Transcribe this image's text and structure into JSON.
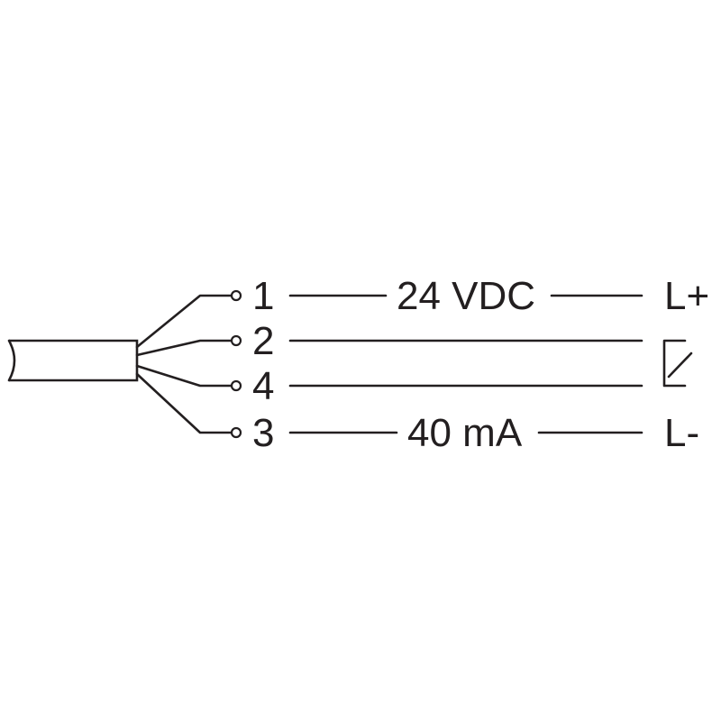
{
  "diagram": {
    "pins": [
      {
        "pin": "1",
        "value": "24 VDC",
        "function": "L+"
      },
      {
        "pin": "2",
        "value": "",
        "function": ""
      },
      {
        "pin": "4",
        "value": "",
        "function": ""
      },
      {
        "pin": "3",
        "value": "40 mA",
        "function": "L-"
      }
    ],
    "load_symbol": "switch-load-icon",
    "colors": {
      "line": "#231f20",
      "background": "#ffffff"
    }
  }
}
